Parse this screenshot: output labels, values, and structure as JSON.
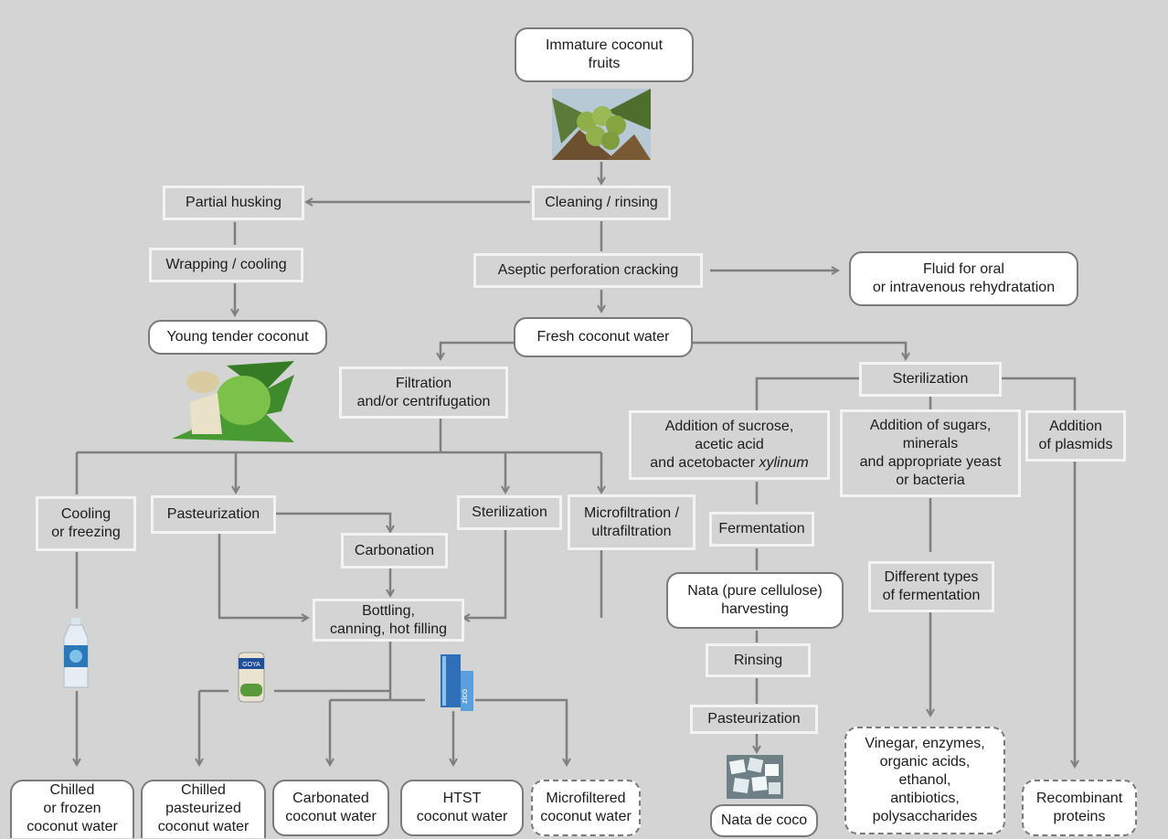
{
  "nodes": {
    "immature": "Immature coconut\nfruits",
    "cleaning": "Cleaning / rinsing",
    "partial_husking": "Partial husking",
    "wrapping": "Wrapping / cooling",
    "young_tender": "Young tender coconut",
    "aseptic": "Aseptic perforation cracking",
    "fluid_oral": "Fluid for oral\nor intravenous rehydratation",
    "fresh_water": "Fresh coconut water",
    "filtration": "Filtration\nand/or centrifugation",
    "sterilization_top": "Sterilization",
    "addition_sucrose_main": "Addition of sucrose,\nacetic acid\nand acetobacter ",
    "addition_sucrose_italic": "xylinum",
    "addition_sugars": "Addition of sugars,\nminerals\nand appropriate yeast\nor bacteria",
    "addition_plasmids": "Addition\nof plasmids",
    "cooling": "Cooling\nor freezing",
    "pasteurization_left": "Pasteurization",
    "carbonation": "Carbonation",
    "sterilization_mid": "Sterilization",
    "microfiltration": "Microfiltration /\nultrafiltration",
    "bottling": "Bottling,\ncanning, hot filling",
    "fermentation": "Fermentation",
    "nata_harvest": "Nata (pure cellulose)\nharvesting",
    "rinsing": "Rinsing",
    "pasteurization_right": "Pasteurization",
    "different_types": "Different types\nof fermentation",
    "chilled_frozen": "Chilled\nor frozen\ncoconut water",
    "chilled_past": "Chilled\npasteurized\ncoconut water",
    "carbonated": "Carbonated\ncoconut water",
    "htst": "HTST\ncoconut water",
    "microfiltered": "Microfiltered\ncoconut water",
    "nata_de_coco": "Nata de coco",
    "vinegar": "Vinegar, enzymes,\norganic acids,\nethanol,\nantibiotics,\npolysaccharides",
    "recombinant": "Recombinant\nproteins"
  },
  "product_labels": {
    "can_brand": "GOYA",
    "carton_brand": "zico"
  },
  "colors": {
    "background": "#d4d4d4",
    "arrow": "#7f7f7f",
    "rect_border": "#f2f2f2",
    "pill_border": "#7a7a7a"
  }
}
